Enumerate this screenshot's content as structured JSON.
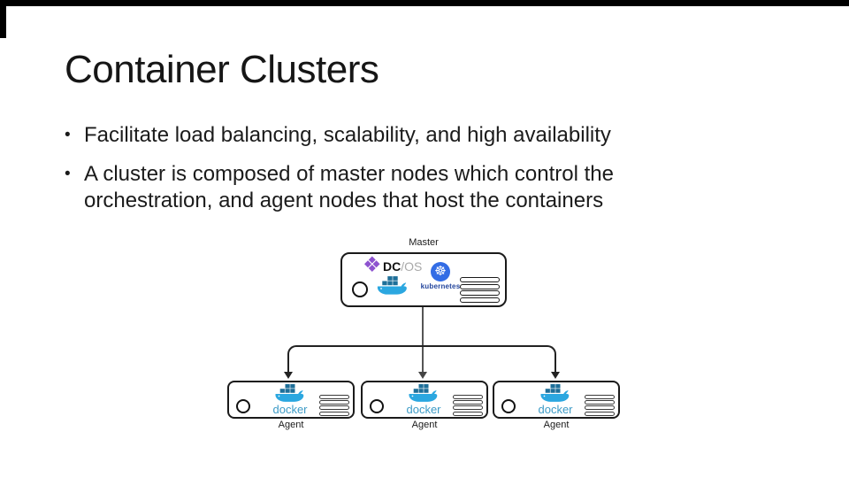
{
  "slide": {
    "title": "Container Clusters",
    "bullet_glyph": "•",
    "bullets": [
      {
        "lines": [
          "Facilitate load balancing, scalability, and high availability"
        ]
      },
      {
        "lines": [
          "A cluster is composed of master nodes which control the",
          "orchestration, and agent nodes that host the containers"
        ]
      }
    ]
  },
  "diagram": {
    "master_label": "Master",
    "agent_labels": [
      "Agent",
      "Agent",
      "Agent"
    ],
    "docker_wordmark": "docker",
    "kubernetes_wordmark": "kubernetes",
    "dcos_bold": "DC",
    "dcos_light": "/OS",
    "dcos_icon_glyph": "❖",
    "kubernetes_icon_glyph": "☸"
  },
  "colors": {
    "edge_mark": "#000000",
    "kubernetes_blue": "#326CE5",
    "kubernetes_text": "#23459C",
    "docker_whale_blue": "#2BA7E0",
    "docker_container_blue": "#1E6F99",
    "docker_wordmark_blue": "#3D9BC6",
    "dcos_purple": "#8D52CF",
    "connector_gray": "#555555",
    "connector_black": "#222222"
  }
}
